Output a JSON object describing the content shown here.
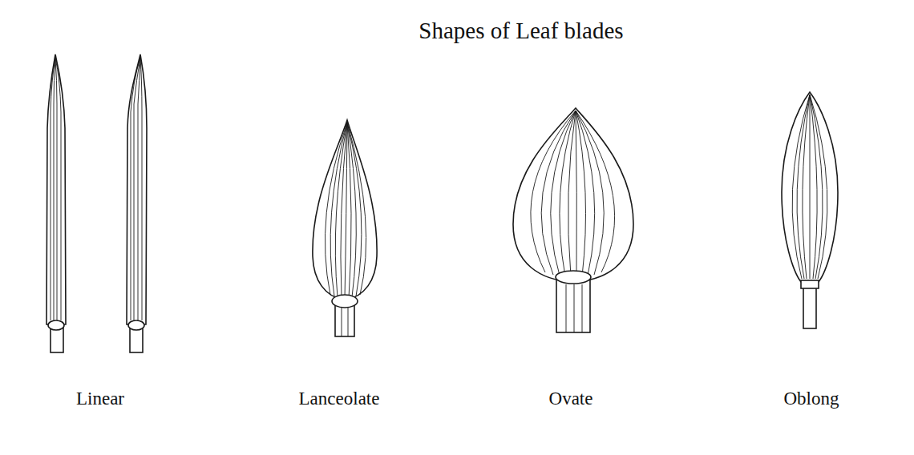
{
  "diagram": {
    "title": "Shapes of Leaf blades",
    "labels": [
      "Linear",
      "Lanceolate",
      "Ovate",
      "Oblong"
    ]
  }
}
